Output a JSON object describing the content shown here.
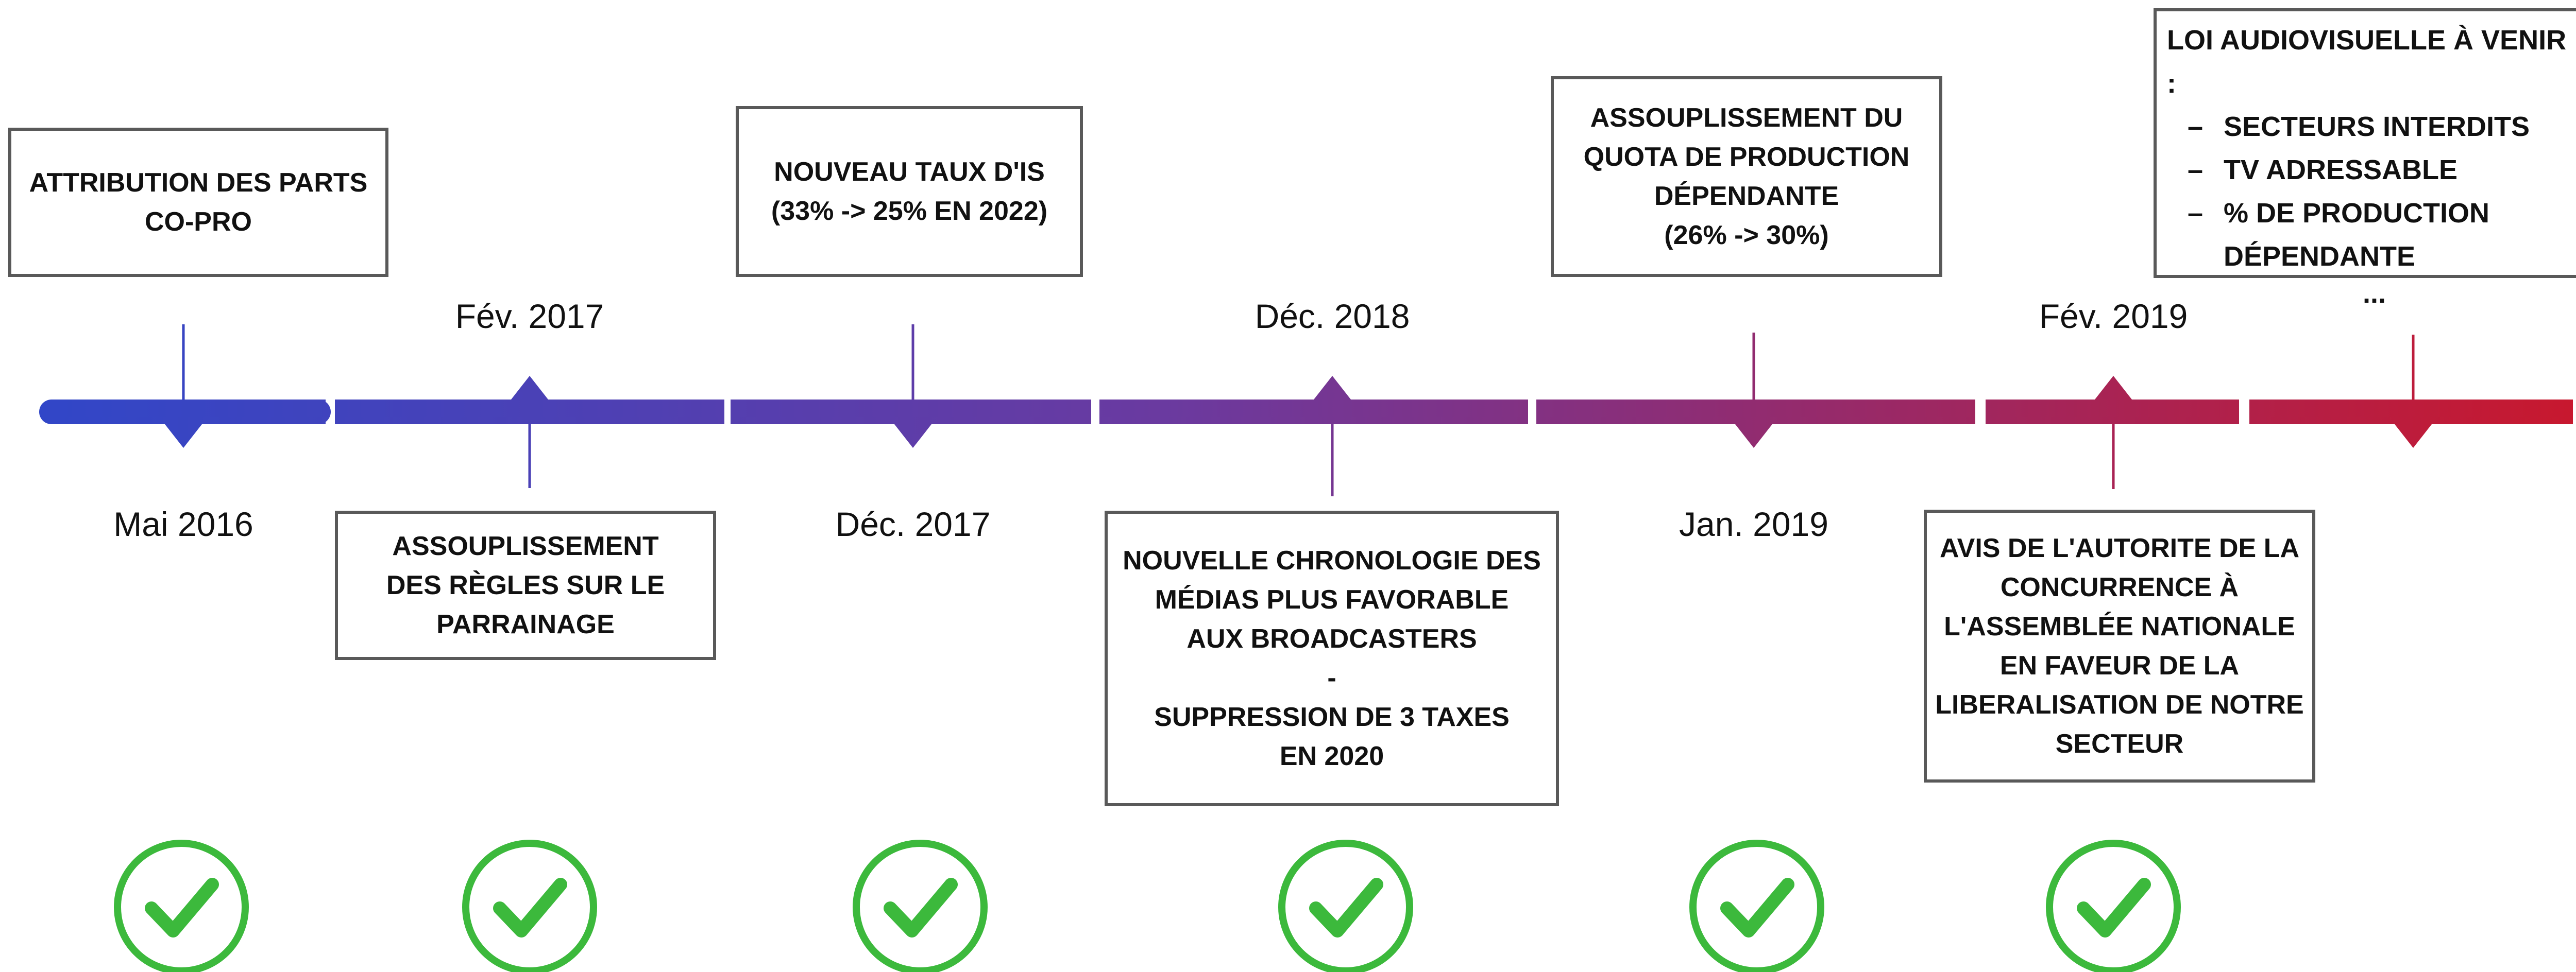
{
  "colors": {
    "timeline_start": "#2f47c9",
    "timeline_mid": "#6a3aa0",
    "timeline_end": "#c8182e",
    "check_green": "#3cb93c",
    "box_border": "#595959"
  },
  "timeline": {
    "milestones": [
      {
        "date": "Mai 2016",
        "box_text": "ATTRIBUTION DES PARTS\nCO-PRO",
        "done": true,
        "side": "above"
      },
      {
        "date": "Fév. 2017",
        "box_text": "ASSOUPLISSEMENT\nDES RÈGLES SUR LE\nPARRAINAGE",
        "done": true,
        "side": "below"
      },
      {
        "date": "Déc. 2017",
        "box_text": "NOUVEAU TAUX D'IS\n(33% -> 25% EN 2022)",
        "done": true,
        "side": "above"
      },
      {
        "date": "Déc. 2018",
        "box_text": "NOUVELLE CHRONOLOGIE DES\nMÉDIAS PLUS FAVORABLE\nAUX BROADCASTERS\n-\nSUPPRESSION DE 3 TAXES\nEN 2020",
        "done": true,
        "side": "below"
      },
      {
        "date": "Jan. 2019",
        "box_text": "ASSOUPLISSEMENT DU\nQUOTA DE PRODUCTION\nDÉPENDANTE\n(26% -> 30%)",
        "done": true,
        "side": "above"
      },
      {
        "date": "Fév. 2019",
        "box_text": "AVIS DE L'AUTORITE DE LA\nCONCURRENCE À\nL'ASSEMBLÉE NATIONALE\nEN FAVEUR DE LA\nLIBERALISATION DE NOTRE\nSECTEUR",
        "done": true,
        "side": "below"
      }
    ],
    "future": {
      "title": "LOI AUDIOVISUELLE À VENIR :",
      "items": [
        "SECTEURS INTERDITS",
        "TV ADRESSABLE",
        "% DE PRODUCTION"
      ],
      "item_continuation": "DÉPENDANTE",
      "more": "..."
    }
  }
}
